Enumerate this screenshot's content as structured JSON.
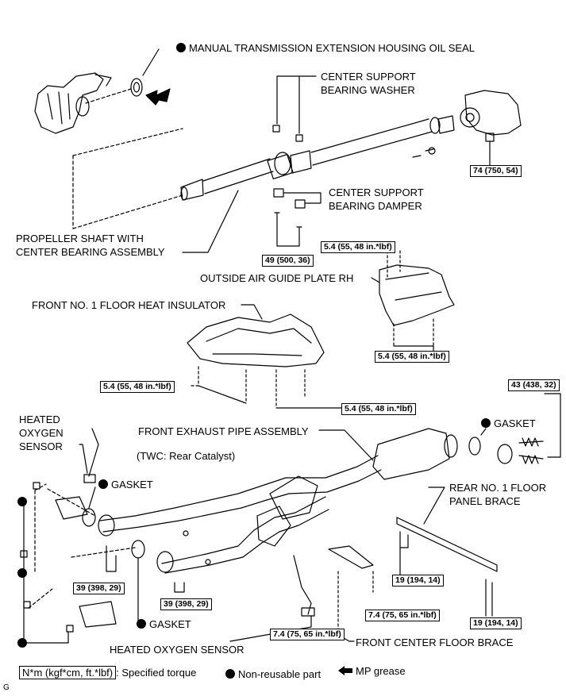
{
  "labels": {
    "manual_oil_seal": "MANUAL TRANSMISSION EXTENSION HOUSING OIL SEAL",
    "center_support_washer_1": "CENTER SUPPORT",
    "center_support_washer_2": "BEARING WASHER",
    "center_support_damper_1": "CENTER SUPPORT",
    "center_support_damper_2": "BEARING DAMPER",
    "propeller_shaft_1": "PROPELLER SHAFT WITH",
    "propeller_shaft_2": "CENTER BEARING ASSEMBLY",
    "outside_air_guide": "OUTSIDE AIR GUIDE PLATE RH",
    "front_floor_heat_insulator": "FRONT NO. 1 FLOOR HEAT INSULATOR",
    "heated_o2_sensor_top_1": "HEATED",
    "heated_o2_sensor_top_2": "OXYGEN",
    "heated_o2_sensor_top_3": "SENSOR",
    "front_exhaust_pipe": "FRONT EXHAUST PIPE ASSEMBLY",
    "twc_note": "(TWC: Rear Catalyst)",
    "gasket_right": "GASKET",
    "gasket_left_top": "GASKET",
    "gasket_left_bottom": "GASKET",
    "rear_floor_brace_1": "REAR NO. 1 FLOOR",
    "rear_floor_brace_2": "PANEL BRACE",
    "heated_o2_sensor_bottom": "HEATED OXYGEN SENSOR",
    "front_center_floor_brace": "FRONT CENTER FLOOR BRACE",
    "corner_mark": "G"
  },
  "torques": {
    "t_74": "74 (750, 54)",
    "t_49": "49 (500, 36)",
    "t_54_guide_top": "5.4 (55, 48 in.*lbf)",
    "t_54_guide_bottom": "5.4 (55, 48 in.*lbf)",
    "t_54_insulator_left": "5.4 (55, 48 in.*lbf)",
    "t_54_insulator_right": "5.4 (55, 48 in.*lbf)",
    "t_43": "43 (438, 32)",
    "t_39_left": "39 (398, 29)",
    "t_39_mid": "39 (398, 29)",
    "t_19_left": "19 (194, 14)",
    "t_19_right": "19 (194, 14)",
    "t_74_brace_right": "7.4 (75, 65 in.*lbf)",
    "t_74_brace_left": "7.4 (75, 65 in.*lbf)"
  },
  "legend": {
    "torque_unit": "N*m (kgf*cm, ft.*lbf)",
    "torque_text": ": Specified torque",
    "non_reusable": "Non-reusable part",
    "mp_grease": "MP grease"
  }
}
